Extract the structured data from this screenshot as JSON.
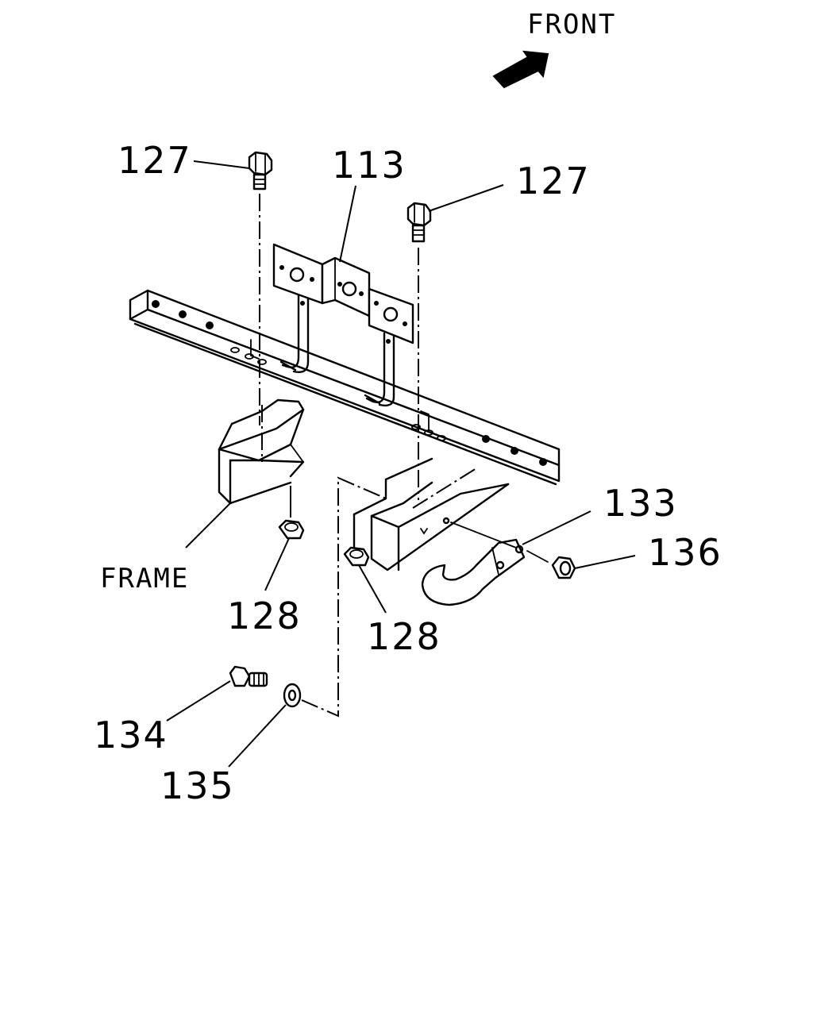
{
  "orientation": {
    "label": "FRONT",
    "icon": "arrow-icon"
  },
  "labels": {
    "frame": "FRAME",
    "bolt_left": "127",
    "bolt_right": "127",
    "bracket": "113",
    "nut_left": "128",
    "nut_right": "128",
    "hook": "133",
    "hook_nut": "136",
    "hook_bolt": "134",
    "washer": "135"
  }
}
